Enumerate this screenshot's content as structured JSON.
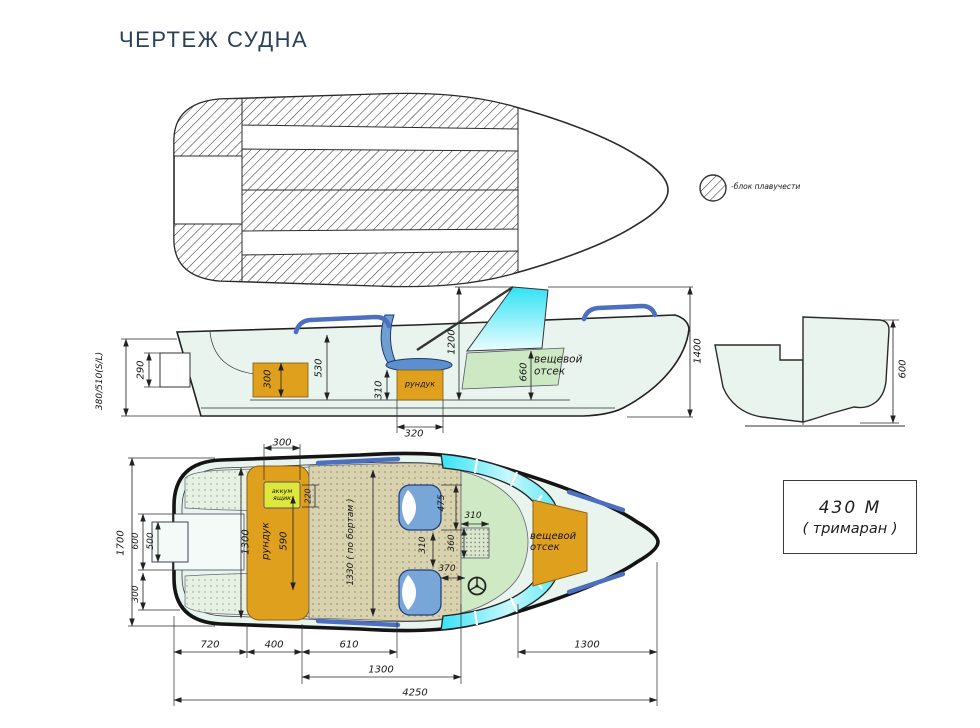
{
  "title": "ЧЕРТЕЖ СУДНА",
  "legend": {
    "label": "-блок плавучести"
  },
  "model_box": {
    "line1": "430 М",
    "line2": "( тримаран )"
  },
  "side": {
    "depth_transom": "380/510(S/L)",
    "motor_mount": "290",
    "stern_locker_height": "300",
    "cockpit_depth": "530",
    "runduk_height": "310",
    "runduk_label": "рундук",
    "runduk_width": "320",
    "windshield_height": "1200",
    "compartment_depth": "660",
    "compartment_label": "вещевой отсек",
    "overall_height": "1400"
  },
  "transom": {
    "height": "600"
  },
  "plan": {
    "beam": "1700",
    "motor_well_width": "600",
    "motor_mount_width": "500",
    "stern_deck_width": "300",
    "battery_box_width": "300",
    "battery_box_label": "аккум ящик",
    "battery_box_depth": "220",
    "runduk_length": "1300",
    "runduk_label": "рундук",
    "runduk_width": "590",
    "cockpit_width": "1330 ( по бортам )",
    "seat_width": "475",
    "seat_gap": "310",
    "dash_width": "310",
    "dash_depth": "360",
    "seat_console_gap": "370",
    "compartment_label": "вещевой отсек",
    "chain": [
      "720",
      "400",
      "610",
      "1300",
      "1300",
      "4250"
    ]
  }
}
